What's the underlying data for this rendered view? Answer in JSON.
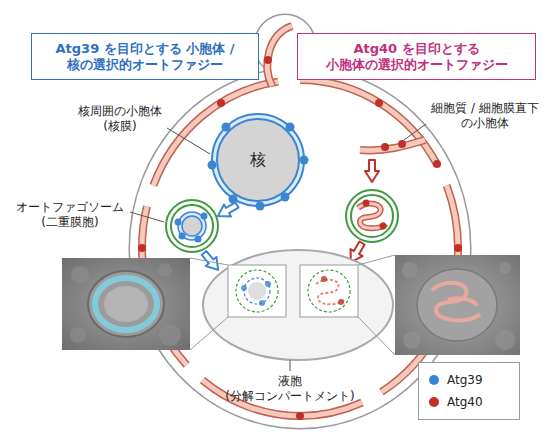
{
  "diagram": {
    "nodes": [
      {
        "text": [
          "Atg39 を目印とする 小胞体 / 核の選択的オートファジー"
        ]
      },
      {
        "text": [
          "Atg40 を目印とする 小胞体の選択的オートファジー"
        ]
      },
      {
        "text": [
          "核"
        ]
      }
    ],
    "labels": [
      "核周囲の小胞体 (核膜)",
      "細胞質 / 細胞膜直下 の小胞体",
      "オートファゴソーム (二重膜胞)",
      "液胞 (分解コンパートメント)"
    ],
    "legend": [
      {
        "text": "Atg39",
        "color": "#3b86d4"
      },
      {
        "text": "Atg40",
        "color": "#c0302a"
      }
    ]
  }
}
